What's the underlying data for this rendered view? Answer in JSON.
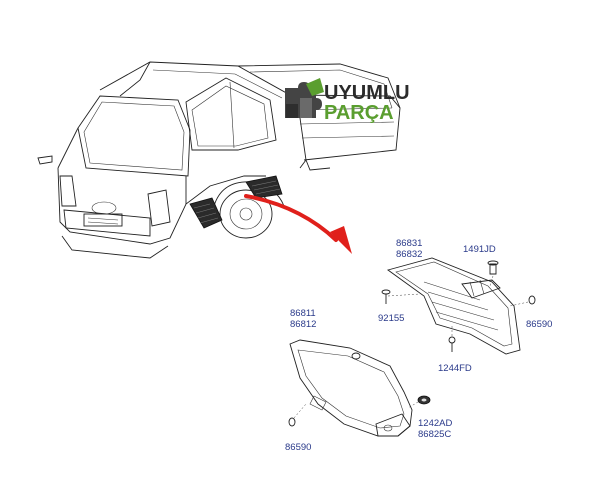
{
  "logo": {
    "line1": "UYUMLU",
    "line2": "PARÇA",
    "color_line1": "#2b2b2b",
    "color_line2": "#5a9e2f",
    "icon": "puzzle-icon"
  },
  "arrow_color": "#e0201b",
  "labels": {
    "p86831": "86831",
    "p86832": "86832",
    "p1491JD": "1491JD",
    "p92155": "92155",
    "p86590_right": "86590",
    "p1244FD": "1244FD",
    "p86811": "86811",
    "p86812": "86812",
    "p86590_left": "86590",
    "p1242AD": "1242AD",
    "p86825C": "86825C"
  }
}
